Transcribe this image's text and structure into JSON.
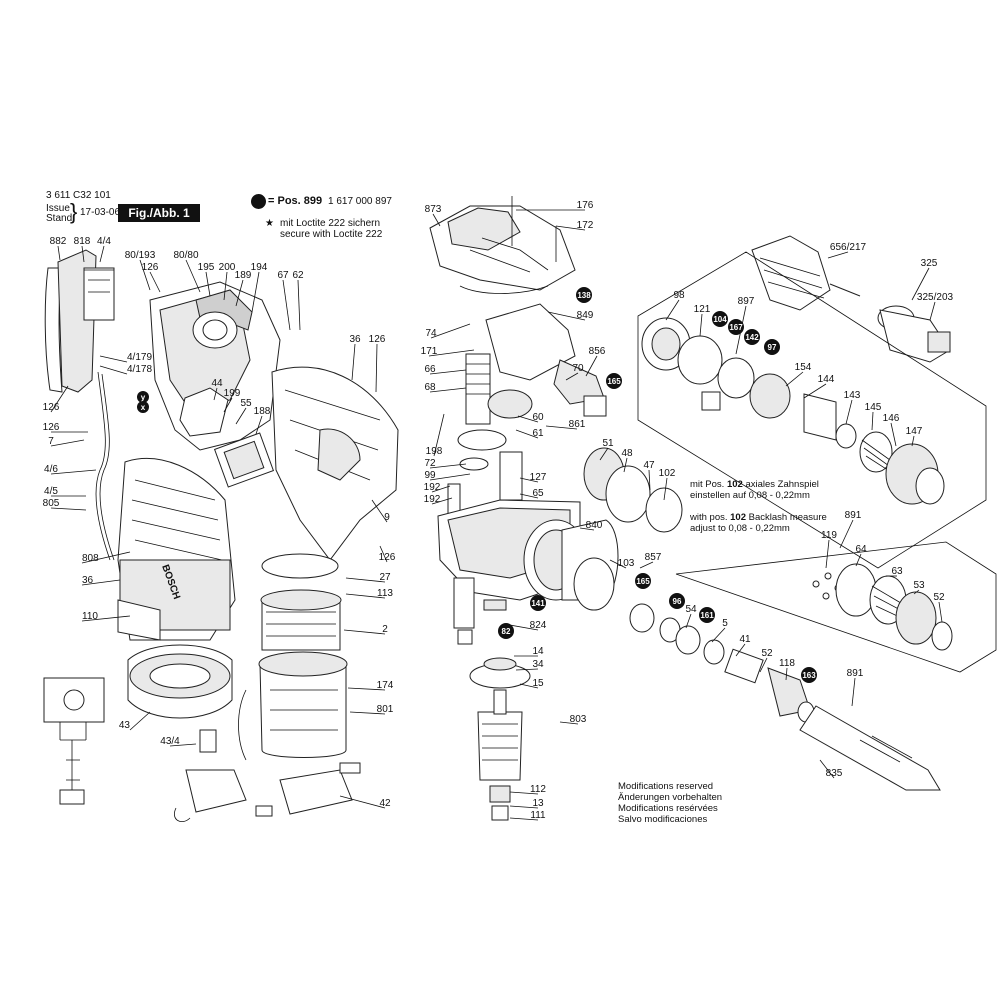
{
  "header": {
    "part_number": "3 611 C32 101",
    "issue_label": "Issue",
    "stand_label": "Stand",
    "date": "17-03-06",
    "fig_label": "Fig./Abb. 1",
    "pos_text": "= Pos. 899",
    "pos_code": "1 617 000 897",
    "loctite_de": "mit Loctite 222 sichern",
    "loctite_en": "secure with Loctite 222",
    "star": "★"
  },
  "labels": {
    "left": [
      "882",
      "818",
      "4/4",
      "80/193",
      "126",
      "80/80",
      "195",
      "200",
      "189",
      "194",
      "67",
      "62",
      "4/179",
      "4/178",
      "126",
      "36",
      "126",
      "44",
      "199",
      "55",
      "188",
      "126",
      "7",
      "4/6",
      "4/5",
      "805",
      "808",
      "36",
      "110",
      "9",
      "126",
      "27",
      "113",
      "2",
      "174",
      "801",
      "43",
      "43/4",
      "42",
      "y",
      "x"
    ],
    "center": [
      "873",
      "176",
      "172",
      "138",
      "849",
      "74",
      "171",
      "856",
      "165",
      "66",
      "70",
      "68",
      "60",
      "861",
      "61",
      "198",
      "72",
      "99",
      "192",
      "192",
      "127",
      "65",
      "840",
      "103",
      "857",
      "165",
      "141",
      "824",
      "82",
      "14",
      "34",
      "15",
      "803",
      "112",
      "13",
      "111"
    ],
    "right": [
      "656/217",
      "325",
      "325/203",
      "98",
      "121",
      "897",
      "104",
      "167",
      "142",
      "97",
      "154",
      "144",
      "143",
      "145",
      "146",
      "147",
      "51",
      "48",
      "47",
      "102",
      "891",
      "119",
      "64",
      "63",
      "53",
      "52",
      "96",
      "54",
      "161",
      "5",
      "41",
      "52",
      "118",
      "163",
      "891",
      "835"
    ]
  },
  "callouts": {
    "backlash_de_prefix": "mit Pos.",
    "backlash_pos": "102",
    "backlash_de_suffix": "axiales Zahnspiel",
    "backlash_de_2": "einstellen auf 0,08 - 0,22mm",
    "backlash_en_prefix": "with pos.",
    "backlash_en_suffix": "Backlash measure",
    "backlash_en_2": "adjust to 0,08 - 0,22mm"
  },
  "modifications": [
    "Modifications reserved",
    "Änderungen vorbehalten",
    "Modifications resérvées",
    "Salvo modificaciones"
  ],
  "brand_on_housing": "BOSCH",
  "colors": {
    "ink": "#111111",
    "badge": "#111111",
    "paper": "#ffffff"
  }
}
